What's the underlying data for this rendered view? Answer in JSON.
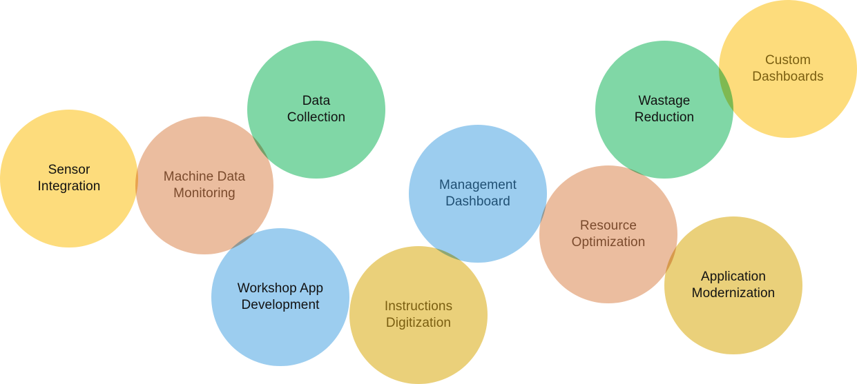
{
  "diagram": {
    "nodes": [
      {
        "id": "sensor",
        "label": "Sensor\nIntegration",
        "fill": "#fddc7c",
        "text_color": "#111111"
      },
      {
        "id": "machine",
        "label": "Machine Data\nMonitoring",
        "fill": "#ebbd9f",
        "text_color": "#7a4a2c"
      },
      {
        "id": "data",
        "label": "Data\nCollection",
        "fill": "#80d7a6",
        "text_color": "#111111"
      },
      {
        "id": "workshop",
        "label": "Workshop App\nDevelopment",
        "fill": "#9ccdef",
        "text_color": "#111111"
      },
      {
        "id": "instr",
        "label": "Instructions\nDigitization",
        "fill": "#ead07a",
        "text_color": "#7a5e10"
      },
      {
        "id": "mgmt",
        "label": "Management\nDashboard",
        "fill": "#9ccdef",
        "text_color": "#1f4f73"
      },
      {
        "id": "resource",
        "label": "Resource\nOptimization",
        "fill": "#ebbd9f",
        "text_color": "#7a4a2c"
      },
      {
        "id": "wastage",
        "label": "Wastage\nReduction",
        "fill": "#80d7a6",
        "text_color": "#111111"
      },
      {
        "id": "custom",
        "label": "Custom\nDashboards",
        "fill": "#fddc7c",
        "text_color": "#7a5e10"
      },
      {
        "id": "app",
        "label": "Application\nModernization",
        "fill": "#ead07a",
        "text_color": "#111111"
      }
    ]
  }
}
